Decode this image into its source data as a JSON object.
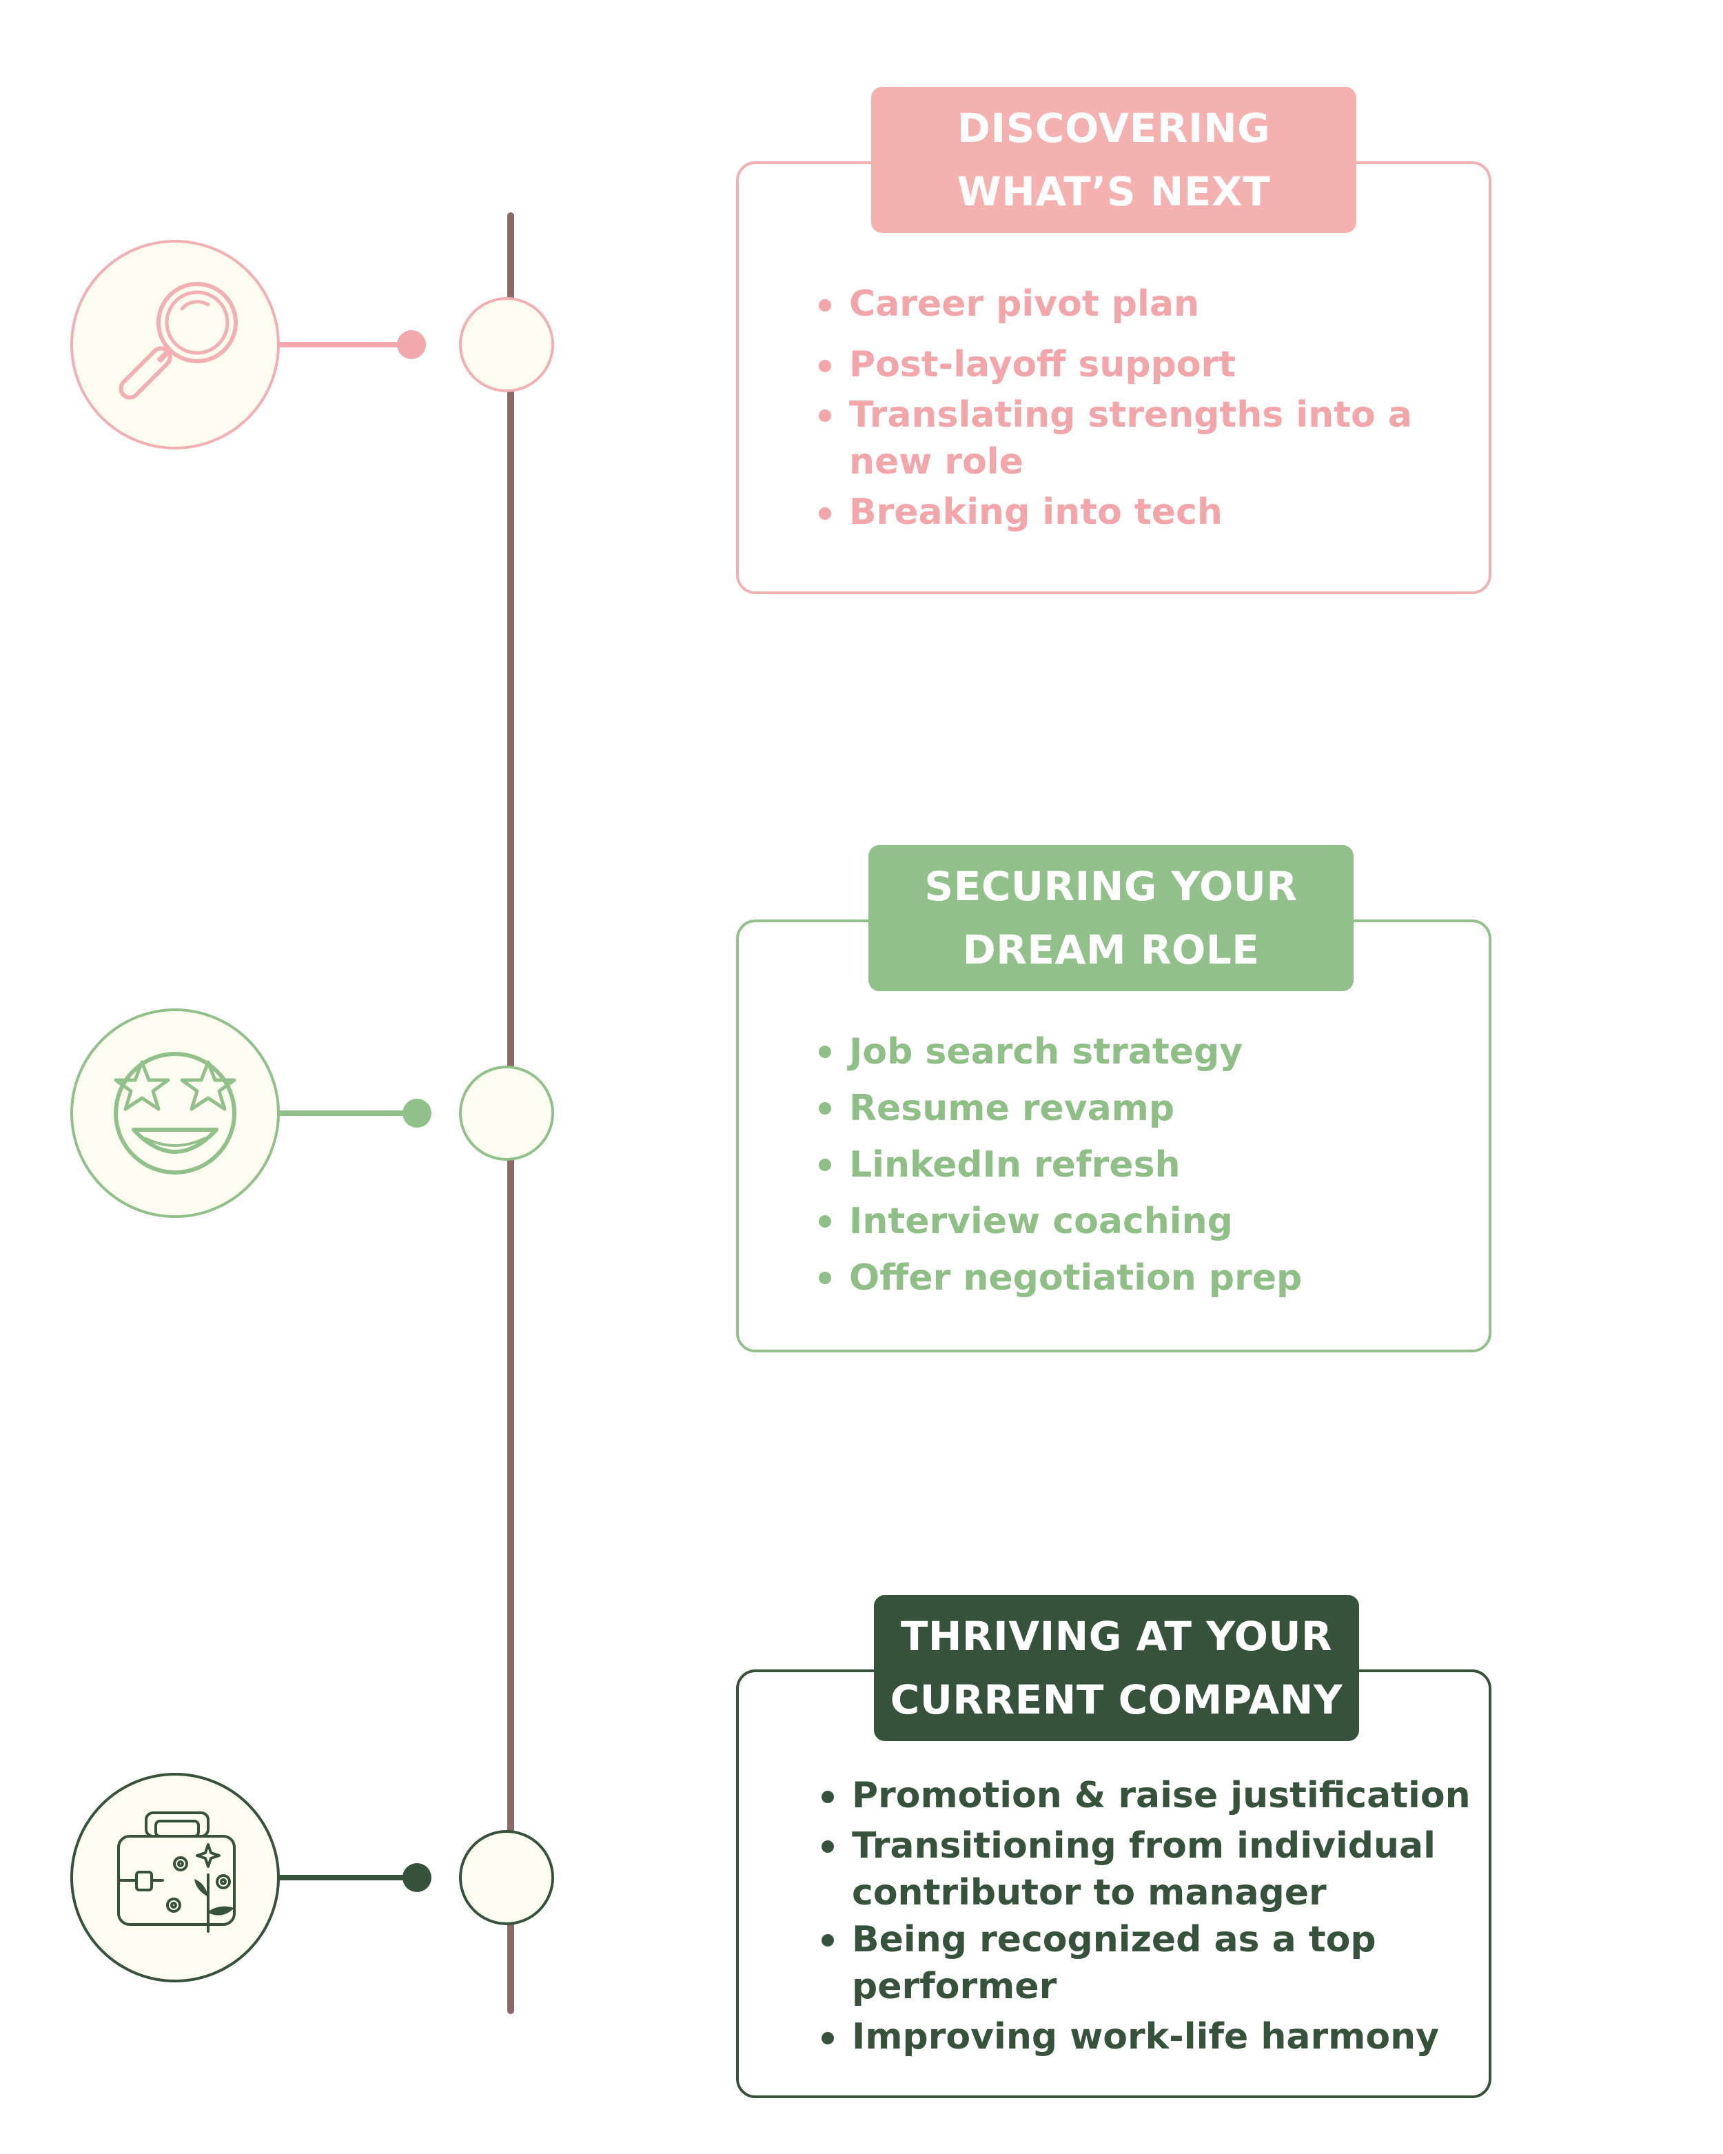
{
  "colors": {
    "timeline": "#8a6a67",
    "pink": "#f2b0b3",
    "green": "#92c08a",
    "dark_green": "#37523a",
    "node_fill": "#fdfcf0"
  },
  "sections": [
    {
      "icon": "magnifying-glass-icon",
      "title_lines": [
        "DISCOVERING",
        "WHAT’S NEXT"
      ],
      "items": [
        "Career pivot plan",
        "Post-layoff support",
        "Translating strengths into a new role",
        "Breaking into tech"
      ]
    },
    {
      "icon": "star-eyes-emoji-icon",
      "title_lines": [
        "SECURING YOUR",
        "DREAM ROLE"
      ],
      "items": [
        "Job search strategy",
        "Resume revamp",
        "LinkedIn refresh",
        "Interview coaching",
        "Offer negotiation prep"
      ]
    },
    {
      "icon": "briefcase-flowers-icon",
      "title_lines": [
        "THRIVING AT YOUR",
        "CURRENT COMPANY"
      ],
      "items": [
        "Promotion & raise justification",
        "Transitioning from individual contributor to manager",
        "Being recognized as a top performer",
        "Improving work-life harmony"
      ]
    }
  ]
}
